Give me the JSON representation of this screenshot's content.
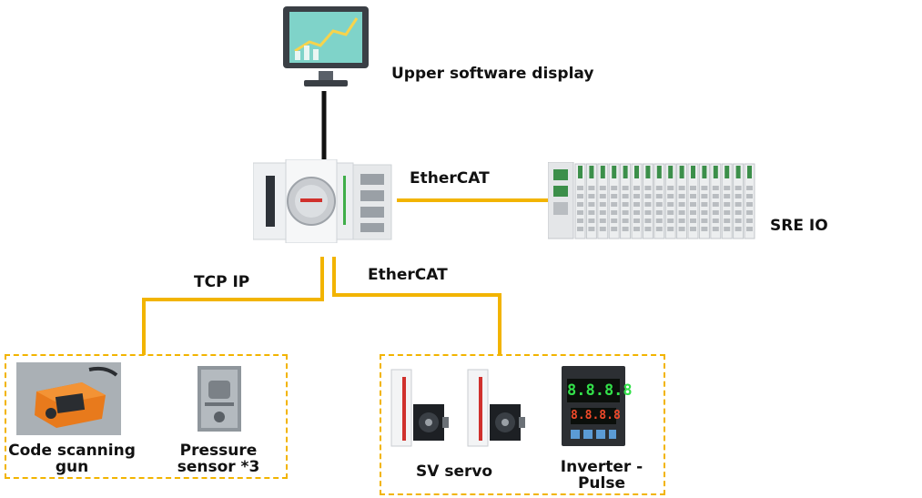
{
  "labels": {
    "upper_software": "Upper software display",
    "ethercat_top": "EtherCAT",
    "sre_io": "SRE IO",
    "tcp_ip": "TCP IP",
    "ethercat_bottom": "EtherCAT",
    "code_scanning_gun": "Code scanning gun",
    "pressure_sensor": "Pressure sensor *3",
    "sv_servo": "SV servo",
    "inverter_pulse": "Inverter - Pulse"
  },
  "devices": {
    "inverter_display_top": "8.8.8.8",
    "inverter_display_bottom": "8.8.8.8"
  },
  "colors": {
    "link_yellow": "#f2b400",
    "link_black": "#111111",
    "accent_red": "#d0312d",
    "screen_teal": "#7fd3c9"
  }
}
